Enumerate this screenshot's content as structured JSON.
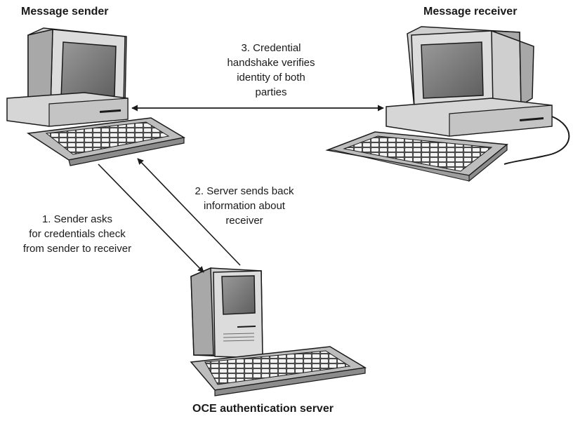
{
  "titles": {
    "sender": "Message sender",
    "receiver": "Message receiver",
    "server": "OCE authentication server"
  },
  "steps": {
    "step1": [
      "1. Sender asks",
      "for credentials check",
      "from sender to receiver"
    ],
    "step2": [
      "2. Server sends back",
      "information about",
      "receiver"
    ],
    "step3": [
      "3. Credential",
      "handshake verifies",
      "identity of both",
      "parties"
    ]
  },
  "colors": {
    "ink": "#1a1a1a",
    "case_light": "#d4d4d4",
    "case_dark": "#8c8c8c",
    "screen": "#7a7a7a",
    "keys": "#f2f2f2"
  }
}
